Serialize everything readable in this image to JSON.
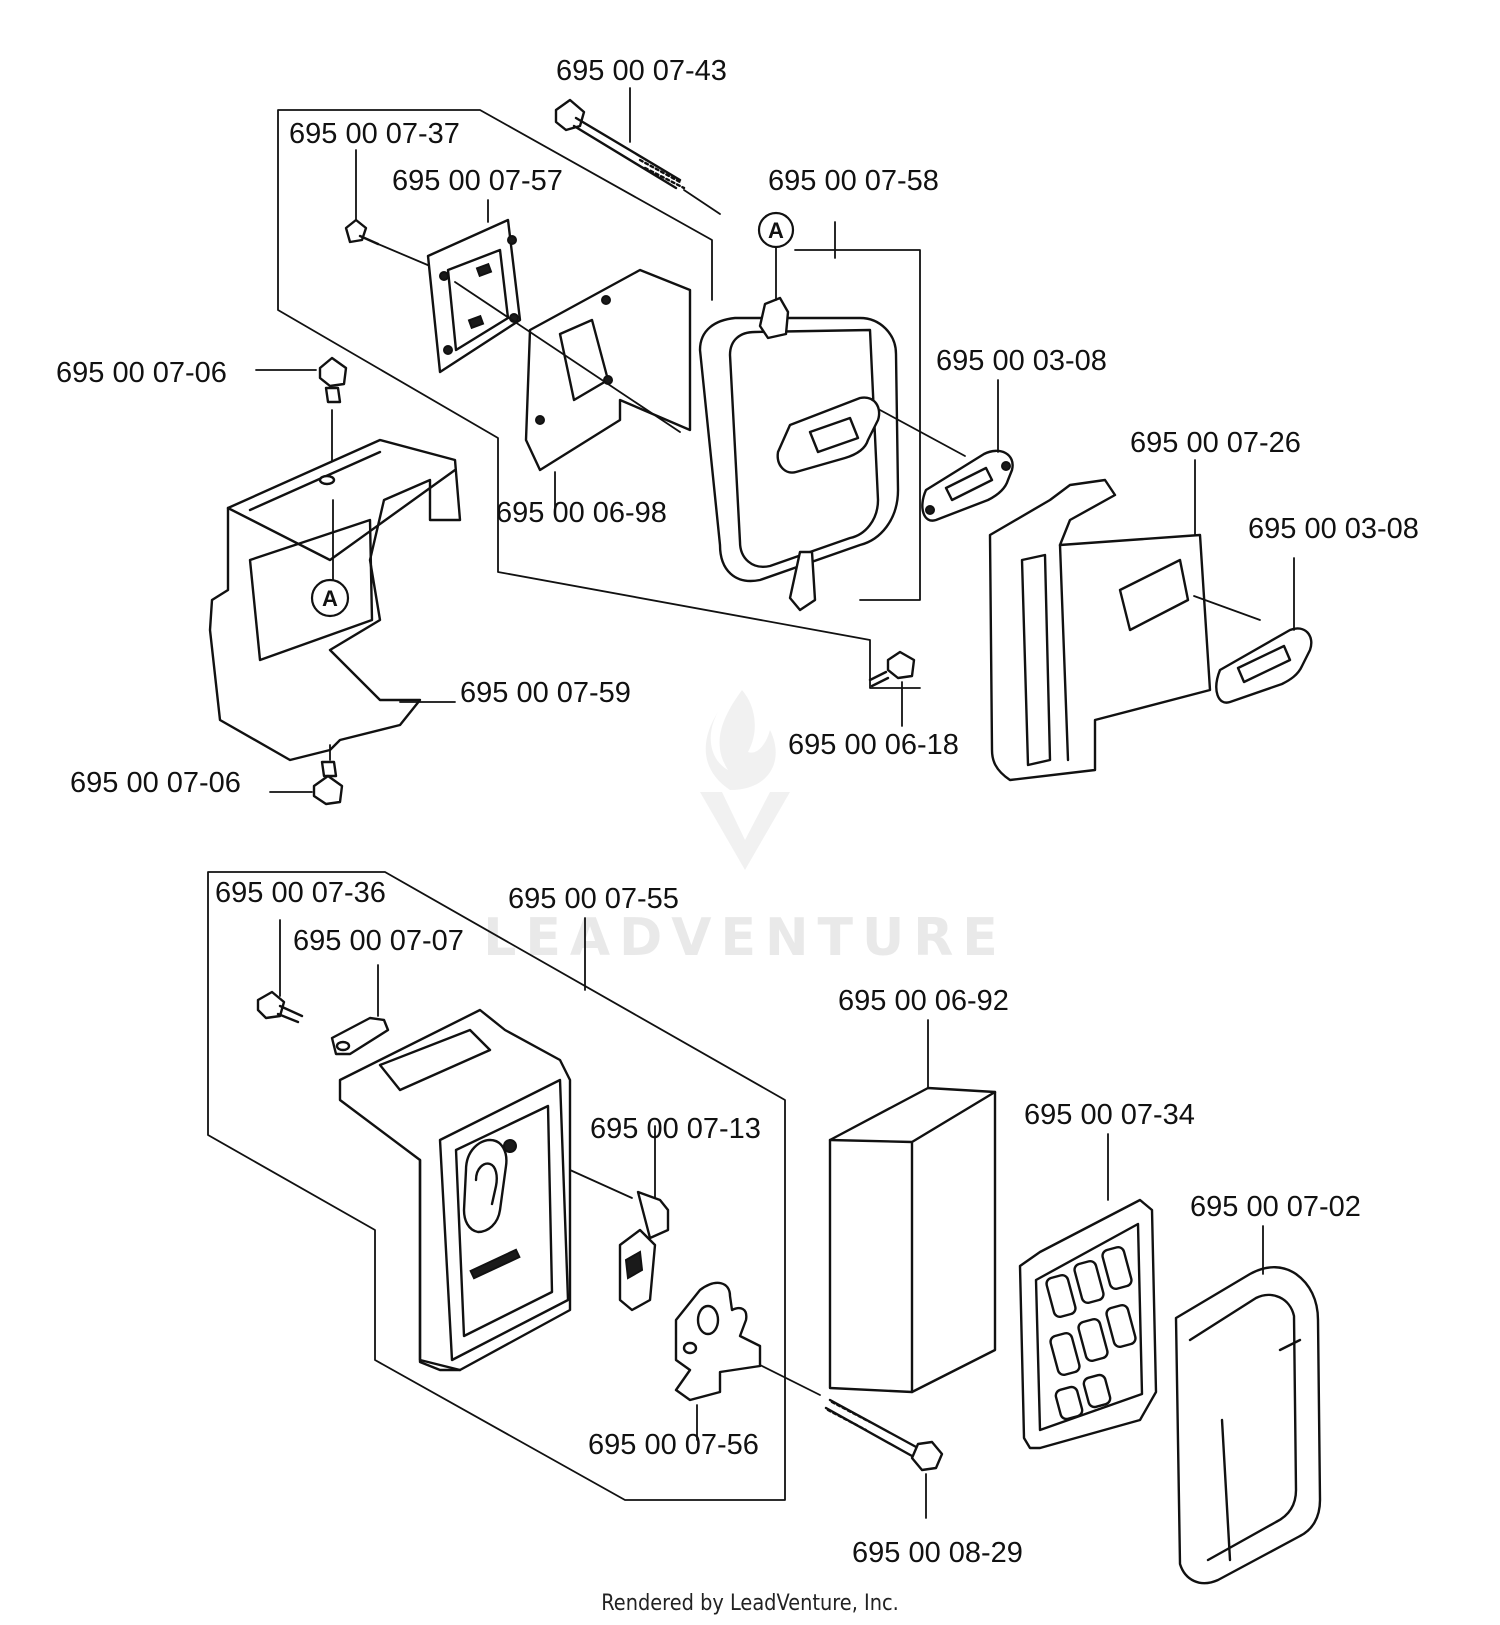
{
  "parts": {
    "p0743": "695 00 07-43",
    "p0737": "695 00 07-37",
    "p0757": "695 00 07-57",
    "p0758": "695 00 07-58",
    "p0706a": "695 00 07-06",
    "p0308a": "695 00 03-08",
    "p0726": "695 00 07-26",
    "p0308b": "695 00 03-08",
    "p0698": "695 00 06-98",
    "p0759": "695 00 07-59",
    "p0618": "695 00 06-18",
    "p0706b": "695 00 07-06",
    "p0736": "695 00 07-36",
    "p0755": "695 00 07-55",
    "p0707": "695 00 07-07",
    "p0692": "695 00 06-92",
    "p0713": "695 00 07-13",
    "p0734": "695 00 07-34",
    "p0702": "695 00 07-02",
    "p0756": "695 00 07-56",
    "p0829": "695 00 08-29"
  },
  "markers": {
    "a_top": "A",
    "a_left": "A"
  },
  "watermark": "LEADVENTURE",
  "footer": "Rendered by LeadVenture, Inc."
}
